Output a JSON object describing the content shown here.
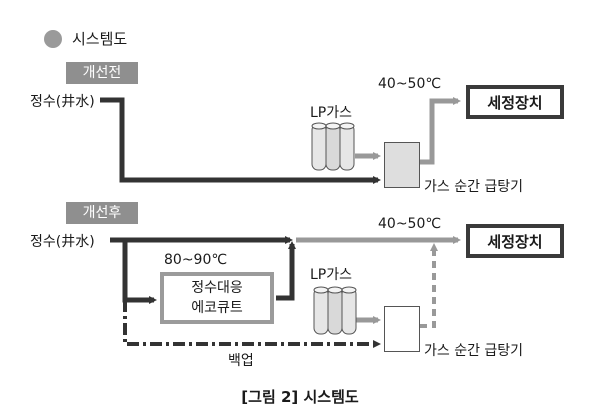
{
  "header": {
    "title": "시스템도"
  },
  "before": {
    "label": "개선전",
    "source": "정수(井水)",
    "temp": "40~50℃",
    "gas": "LP가스",
    "heater": "가스 순간 급탕기",
    "washer": "세정장치"
  },
  "after": {
    "label": "개선후",
    "source": "정수(井水)",
    "temp_hot": "80~90℃",
    "ecocute_line1": "정수대응",
    "ecocute_line2": "에코큐트",
    "temp": "40~50℃",
    "gas": "LP가스",
    "heater": "가스 순간 급탕기",
    "washer": "세정장치",
    "backup": "백업"
  },
  "caption": "[그림 2] 시스템도",
  "colors": {
    "dark_line": "#333333",
    "gray_line": "#999999",
    "tag_bg": "#8f8f8f"
  }
}
